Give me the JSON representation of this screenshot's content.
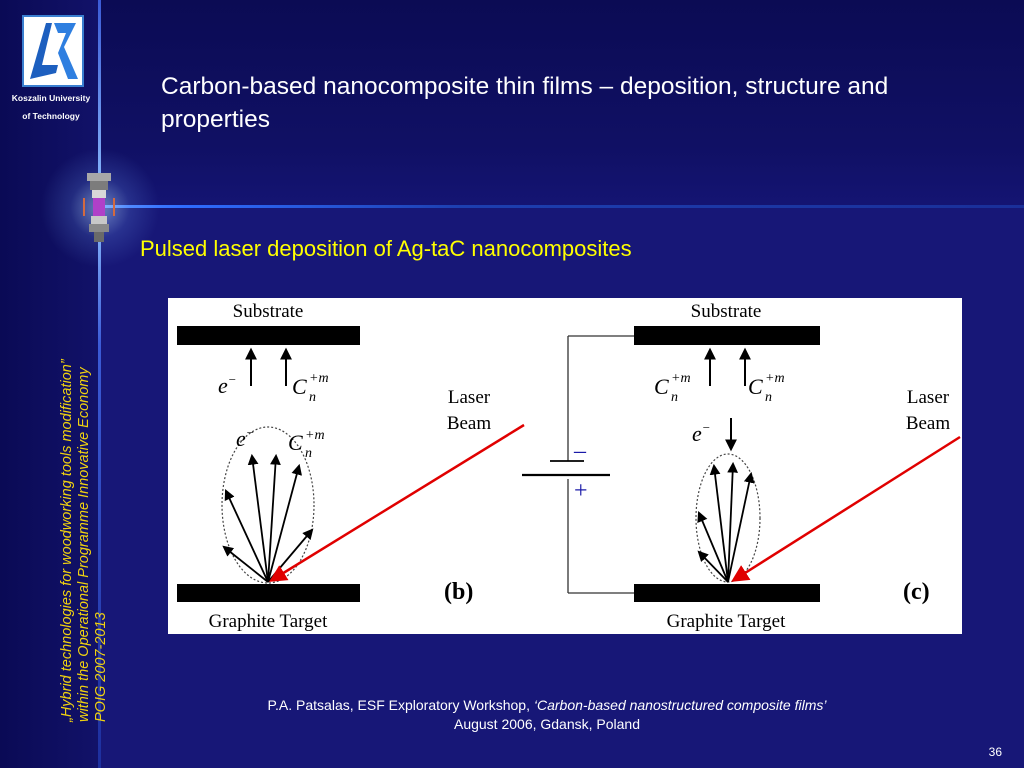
{
  "branding": {
    "university_line1": "Koszalin University",
    "university_line2": "of Technology"
  },
  "sidebar": {
    "line1": "„Hybrid technologies for woodworking tools modification”",
    "line2": "within the Operational Programme Innovative Economy",
    "line3": "POIG 2007-2013"
  },
  "slide": {
    "title": "Carbon-based nanocomposite thin films – deposition, structure and properties",
    "subtitle": "Pulsed laser deposition of Ag-taC nanocomposites",
    "number": "36"
  },
  "figure": {
    "substrate_label": "Substrate",
    "target_label": "Graphite Target",
    "laser_label_line1": "Laser",
    "laser_label_line2": "Beam",
    "electron_symbol": "e",
    "electron_charge": "−",
    "ion_symbol": "C",
    "ion_subscript": "n",
    "ion_superscript": "+m",
    "minus_sign": "–",
    "plus_sign": "+",
    "panel_b_label": "(b)",
    "panel_c_label": "(c)",
    "colors": {
      "laser": "#e00000",
      "electrode": "#000000",
      "bias_signs": "#1a1aa8"
    }
  },
  "citation": {
    "authors": "P.A. Patsalas, ESF Exploratory Workshop, ",
    "work": "‘Carbon-based nanostructured composite films’",
    "line2": "August 2006, Gdansk, Poland"
  }
}
